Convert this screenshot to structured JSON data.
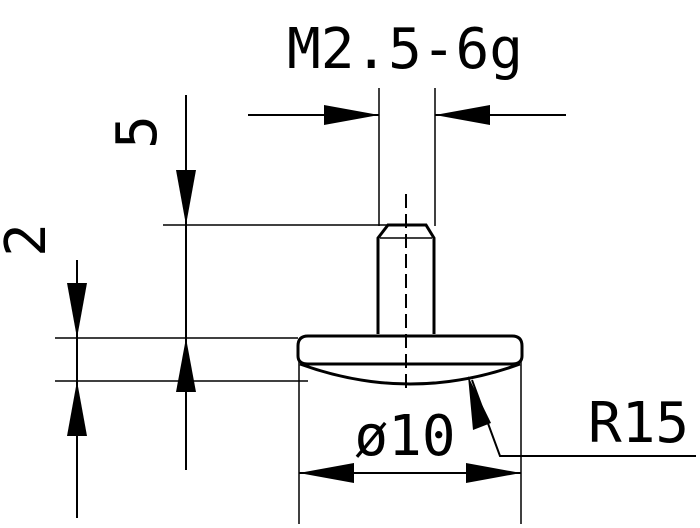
{
  "labels": {
    "thread": "M2.5-6g",
    "shank_length": "5",
    "head_height": "2",
    "radius": "R15",
    "diameter": "ø10"
  }
}
